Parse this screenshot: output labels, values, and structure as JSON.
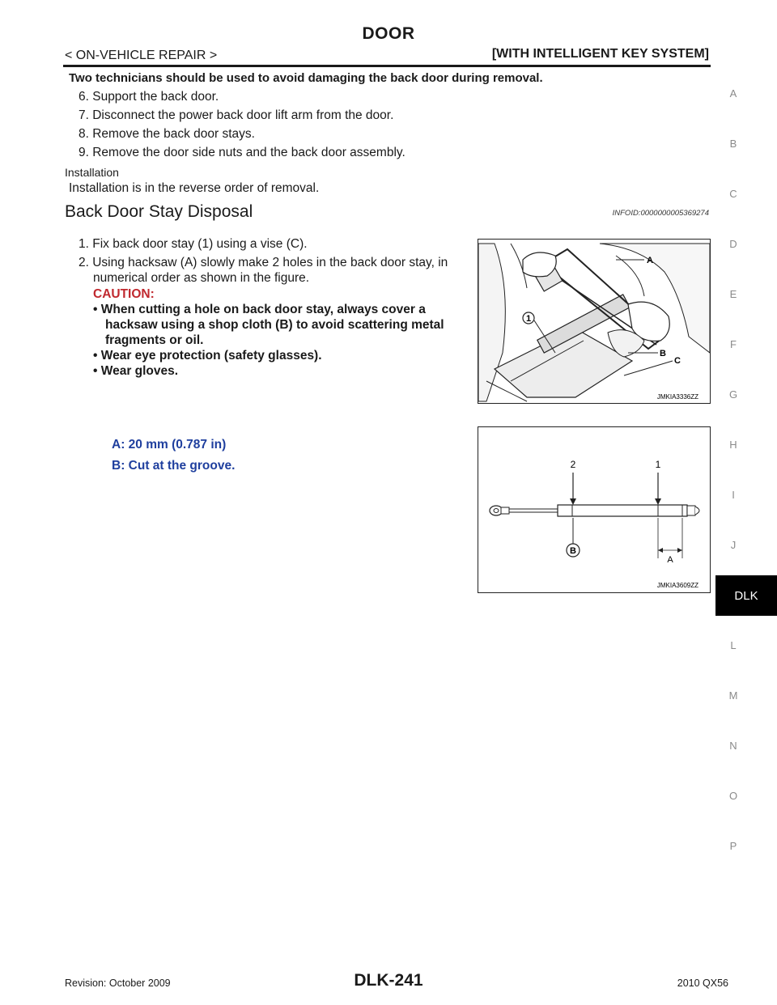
{
  "header": {
    "title": "DOOR",
    "section_left": "< ON-VEHICLE REPAIR >",
    "section_right": "[WITH INTELLIGENT KEY SYSTEM]"
  },
  "warning": "Two technicians should be used to avoid damaging the back door during removal.",
  "steps_removal": [
    "6.  Support the back door.",
    "7.  Disconnect the power back door lift arm from the door.",
    "8.  Remove the back door stays.",
    "9.  Remove the door side nuts and the back door assembly."
  ],
  "installation": {
    "heading": "Installation",
    "text": "Installation is in the reverse order of removal."
  },
  "disposal": {
    "title": "Back Door Stay Disposal",
    "infoid": "INFOID:0000000005369274",
    "step1": "1.  Fix back door stay (1) using a vise (C).",
    "step2_line1": "2.  Using hacksaw (A) slowly make 2 holes in the back door stay, in",
    "step2_line2": "numerical order as shown in the figure.",
    "caution_label": "CAUTION:",
    "caution_b1_line1": "•  When cutting a hole on back door stay, always cover a",
    "caution_b1_line2": "hacksaw using a shop cloth (B) to avoid scattering metal",
    "caution_b1_line3": "fragments or oil.",
    "caution_b2": "•  Wear eye protection (safety glasses).",
    "caution_b3": "•  Wear gloves."
  },
  "figure1": {
    "code": "JMKIA3336ZZ",
    "label_a": "A",
    "label_b": "B",
    "label_c": "C",
    "label_1": "1"
  },
  "figure2": {
    "code": "JMKIA3609ZZ",
    "label_2": "2",
    "label_1": "1",
    "label_a": "A",
    "label_b": "B"
  },
  "legend": {
    "a": "A:   20 mm (0.787 in)",
    "b": "B:   Cut at the groove."
  },
  "side_index": [
    "A",
    "B",
    "C",
    "D",
    "E",
    "F",
    "G",
    "H",
    "I",
    "J",
    "DLK",
    "L",
    "M",
    "N",
    "O",
    "P"
  ],
  "footer": {
    "revision": "Revision: October 2009",
    "page": "DLK-241",
    "model": "2010 QX56"
  }
}
